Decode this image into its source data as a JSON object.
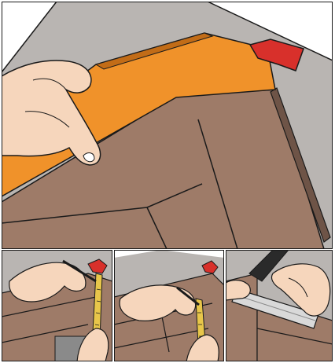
{
  "illustration": {
    "colors": {
      "outline": "#1a1a1a",
      "background": "#ffffff",
      "wall_gray": "#b9b5b2",
      "panel_brown": "#9e7b68",
      "panel_orange": "#f0922a",
      "clip_red": "#d8302b",
      "skin": "#f6d6bc",
      "metal_gray": "#8a8a8a",
      "tape_yellow": "#e8c64a"
    },
    "panels": [
      {
        "id": "main",
        "icon": "hand-placing-orange-panel"
      },
      {
        "id": "step-1",
        "icon": "hand-marking-with-pencil-and-tape"
      },
      {
        "id": "step-2",
        "icon": "hand-marking-with-pencil-and-tape"
      },
      {
        "id": "step-3",
        "icon": "hands-fitting-metal-profile"
      }
    ]
  }
}
